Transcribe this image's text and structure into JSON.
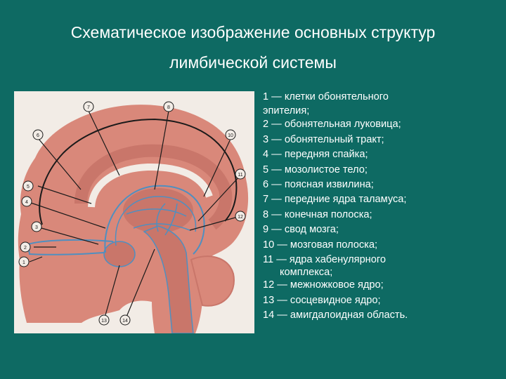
{
  "slide": {
    "title_line_1": "Схематическое изображение основных структур",
    "title_line_2": "лимбической системы",
    "background_color": "#0e6a63",
    "text_color": "#ffffff"
  },
  "figure": {
    "colors": {
      "background": "#f2ece6",
      "tissue": "#d9887a",
      "tissue_dark": "#c9766a",
      "tracts": "#4f8fc0",
      "outline": "#1a1a1a"
    },
    "markers": [
      "7",
      "6",
      "5",
      "4",
      "3",
      "2",
      "1",
      "8",
      "10",
      "11",
      "12",
      "13",
      "14"
    ]
  },
  "legend": {
    "items": [
      {
        "first": "1 — клетки обонятельного",
        "cont": "эпителия;"
      },
      {
        "first": "2 — обонятельная луковица;"
      },
      {
        "first": "3 — обонятельный тракт;"
      },
      {
        "first": "4 — передняя спайка;"
      },
      {
        "first": "5 — мозолистое тело;"
      },
      {
        "first": "6 — поясная извилина;"
      },
      {
        "first": "7 — передние ядра таламуса;"
      },
      {
        "first": "8 — конечная полоска;"
      },
      {
        "first": "9 — свод мозга;"
      },
      {
        "first": "10 — мозговая полоска;"
      },
      {
        "first": "11 — ядра хабенулярного",
        "cont": "комплекса;"
      },
      {
        "first": "12 — межножковое ядро;"
      },
      {
        "first": "13 — сосцевидное ядро;"
      },
      {
        "first": "14 — амигдалоидная область."
      }
    ]
  }
}
